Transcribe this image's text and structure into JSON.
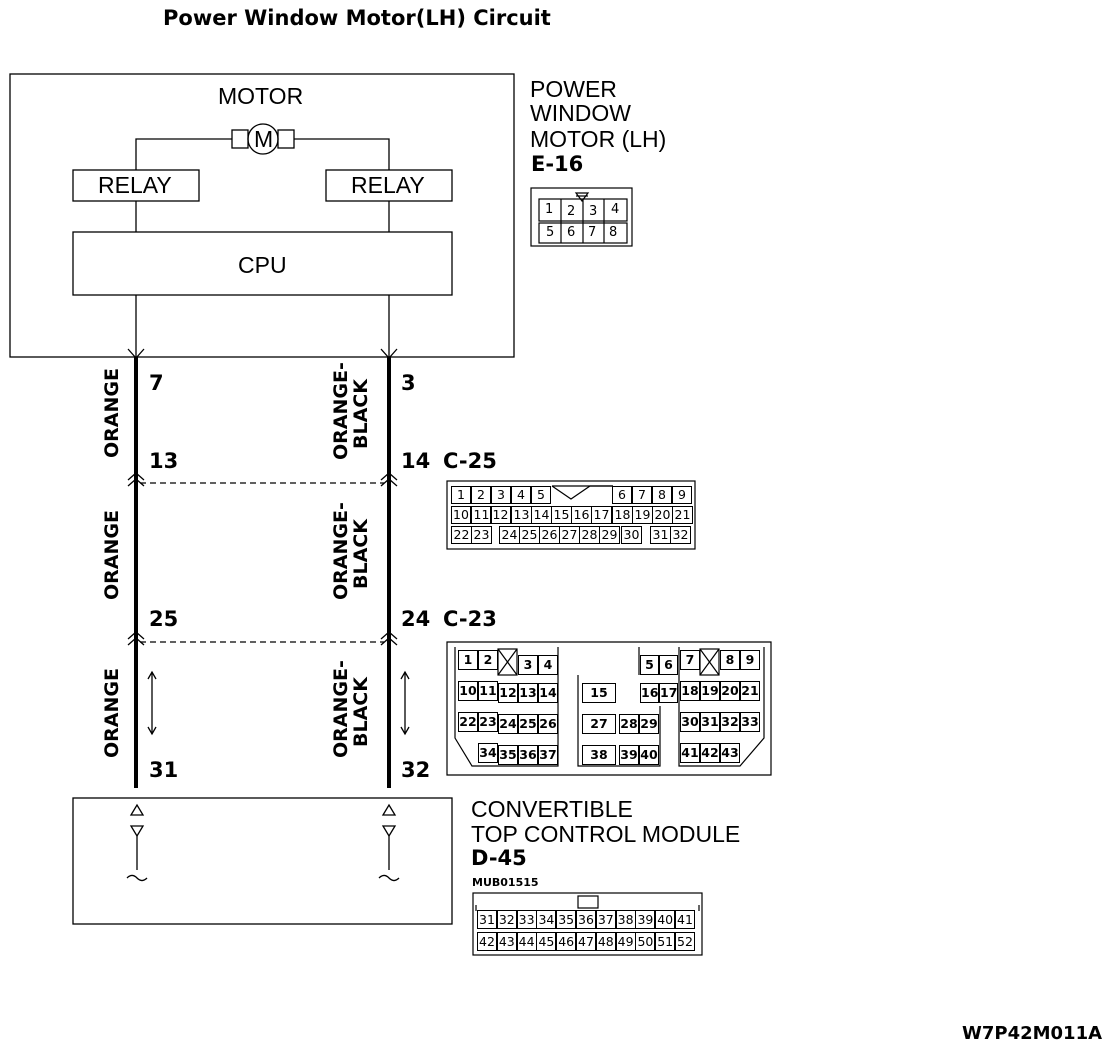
{
  "title": "Power Window Motor(LH) Circuit",
  "motor_unit": {
    "motor_label": "MOTOR",
    "motor_symbol": "M",
    "relay_left": "RELAY",
    "relay_right": "RELAY",
    "cpu": "CPU",
    "name_line1": "POWER",
    "name_line2": "WINDOW",
    "name_line3": "MOTOR (LH)",
    "connector_id": "E-16",
    "connector_top": [
      "1",
      "2",
      "3",
      "4"
    ],
    "connector_bottom": [
      "5",
      "6",
      "7",
      "8"
    ]
  },
  "wires": {
    "left_color": "ORANGE",
    "right_color_line1": "ORANGE-",
    "right_color_line2": "BLACK"
  },
  "pins": {
    "e16_left": "7",
    "e16_right": "3",
    "c25_left": "13",
    "c25_right": "14",
    "c23_left": "25",
    "c23_right": "24",
    "d45_left": "31",
    "d45_right": "32"
  },
  "connectors": {
    "c25_id": "C-25",
    "c25_row1": [
      "1",
      "2",
      "3",
      "4",
      "5",
      "6",
      "7",
      "8",
      "9"
    ],
    "c25_row2": [
      "10",
      "11",
      "12",
      "13",
      "14",
      "15",
      "16",
      "17",
      "18",
      "19",
      "20",
      "21"
    ],
    "c25_row3": [
      "22",
      "23",
      "24",
      "25",
      "26",
      "27",
      "28",
      "29",
      "30",
      "31",
      "32"
    ],
    "c23_id": "C-23",
    "c23_cells": [
      "1",
      "2",
      "3",
      "4",
      "5",
      "6",
      "7",
      "8",
      "9",
      "10",
      "11",
      "12",
      "13",
      "14",
      "15",
      "16",
      "17",
      "18",
      "19",
      "20",
      "21",
      "22",
      "23",
      "24",
      "25",
      "26",
      "27",
      "28",
      "29",
      "30",
      "31",
      "32",
      "33",
      "34",
      "35",
      "36",
      "37",
      "38",
      "39",
      "40",
      "41",
      "42",
      "43"
    ],
    "d45_row1": [
      "31",
      "32",
      "33",
      "34",
      "35",
      "36",
      "37",
      "38",
      "39",
      "40",
      "41"
    ],
    "d45_row2": [
      "42",
      "43",
      "44",
      "45",
      "46",
      "47",
      "48",
      "49",
      "50",
      "51",
      "52"
    ]
  },
  "control_module": {
    "name_line1": "CONVERTIBLE",
    "name_line2": "TOP CONTROL MODULE",
    "connector_id": "D-45",
    "part_code": "MUB01515"
  },
  "figure_code": "W7P42M011A"
}
